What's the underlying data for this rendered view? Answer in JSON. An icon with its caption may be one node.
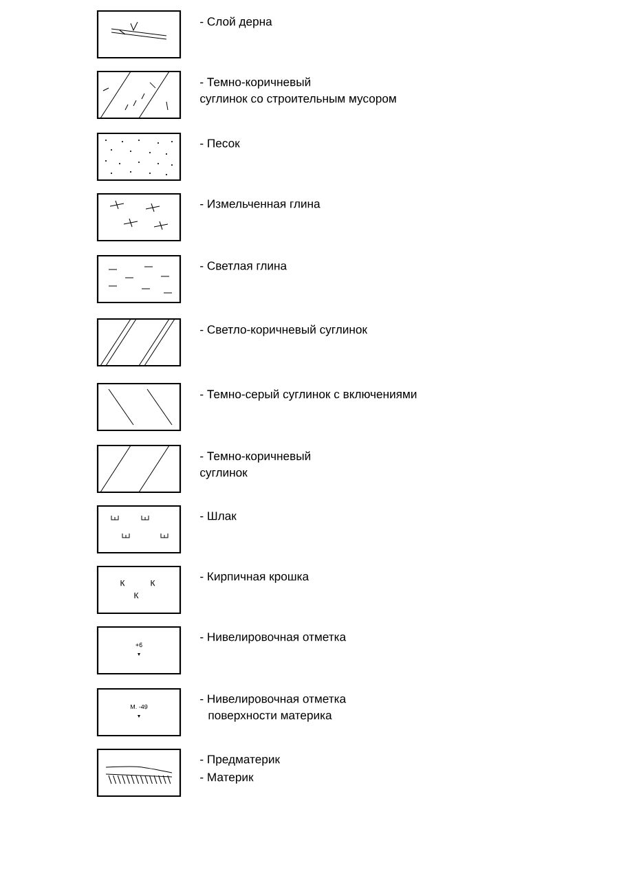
{
  "diagram": {
    "labels": [
      "К",
      "К",
      "К",
      "+6",
      "М. -49"
    ],
    "legend": [
      {
        "text": "- Слой дерна"
      },
      {
        "text": "- Темно-коричневый суглинок со строительным мусором"
      },
      {
        "text": "- Песок"
      },
      {
        "text": "- Измельченная глина"
      },
      {
        "text": "- Светлая глина"
      },
      {
        "text": "- Светло-коричневый суглинок"
      },
      {
        "text": "- Темно-серый суглинок с включениями"
      },
      {
        "text": "- Темно-коричневый суглинок"
      },
      {
        "text": "- Шлак"
      },
      {
        "text": "- Кирпичная крошка"
      },
      {
        "text": "- Нивелировочная отметка"
      },
      {
        "text": "- Нивелировочная отметка поверхности материка"
      },
      {
        "text": "- Предматерик"
      },
      {
        "text": "- Материк"
      }
    ]
  }
}
